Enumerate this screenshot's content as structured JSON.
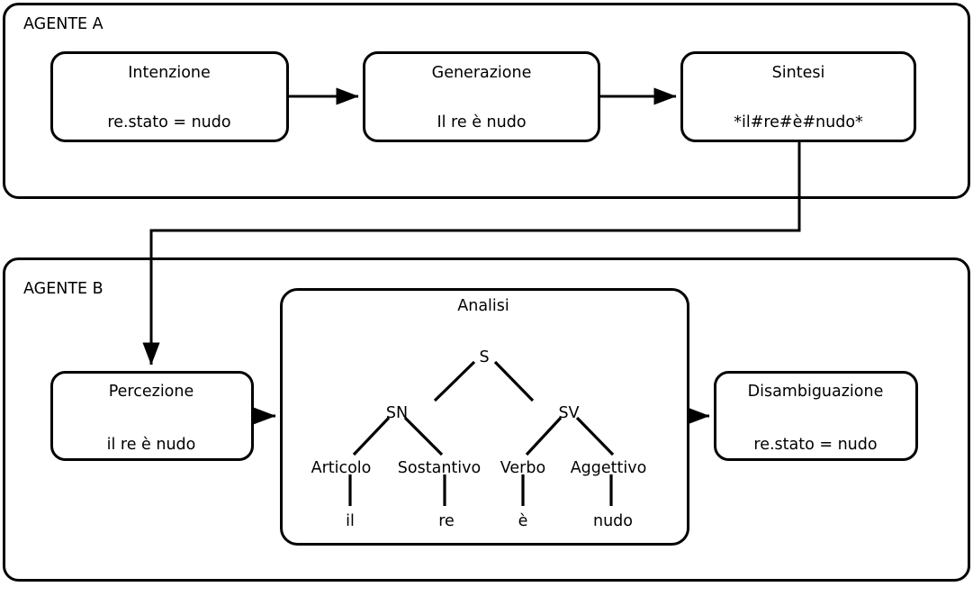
{
  "diagram": {
    "title_hidden": "",
    "agent_a": {
      "label": "AGENTE A",
      "boxes": [
        {
          "title": "Intenzione",
          "subtitle": "re.stato = nudo"
        },
        {
          "title": "Generazione",
          "subtitle": "Il re è nudo"
        },
        {
          "title": "Sintesi",
          "subtitle": "*il#re#è#nudo*"
        }
      ]
    },
    "agent_b": {
      "label": "AGENTE B",
      "perception": {
        "title": "Percezione",
        "subtitle": "il re è nudo"
      },
      "analysis": {
        "title": "Analisi"
      },
      "disambiguation": {
        "title": "Disambiguazione",
        "subtitle": "re.stato = nudo"
      }
    },
    "parse_tree": {
      "root": "S",
      "phrases": [
        "SN",
        "SV"
      ],
      "pos": [
        "Articolo",
        "Sostantivo",
        "Verbo",
        "Aggettivo"
      ],
      "words": [
        "il",
        "re",
        "è",
        "nudo"
      ]
    },
    "colors": {
      "stroke": "#000000",
      "background": "#ffffff"
    }
  }
}
